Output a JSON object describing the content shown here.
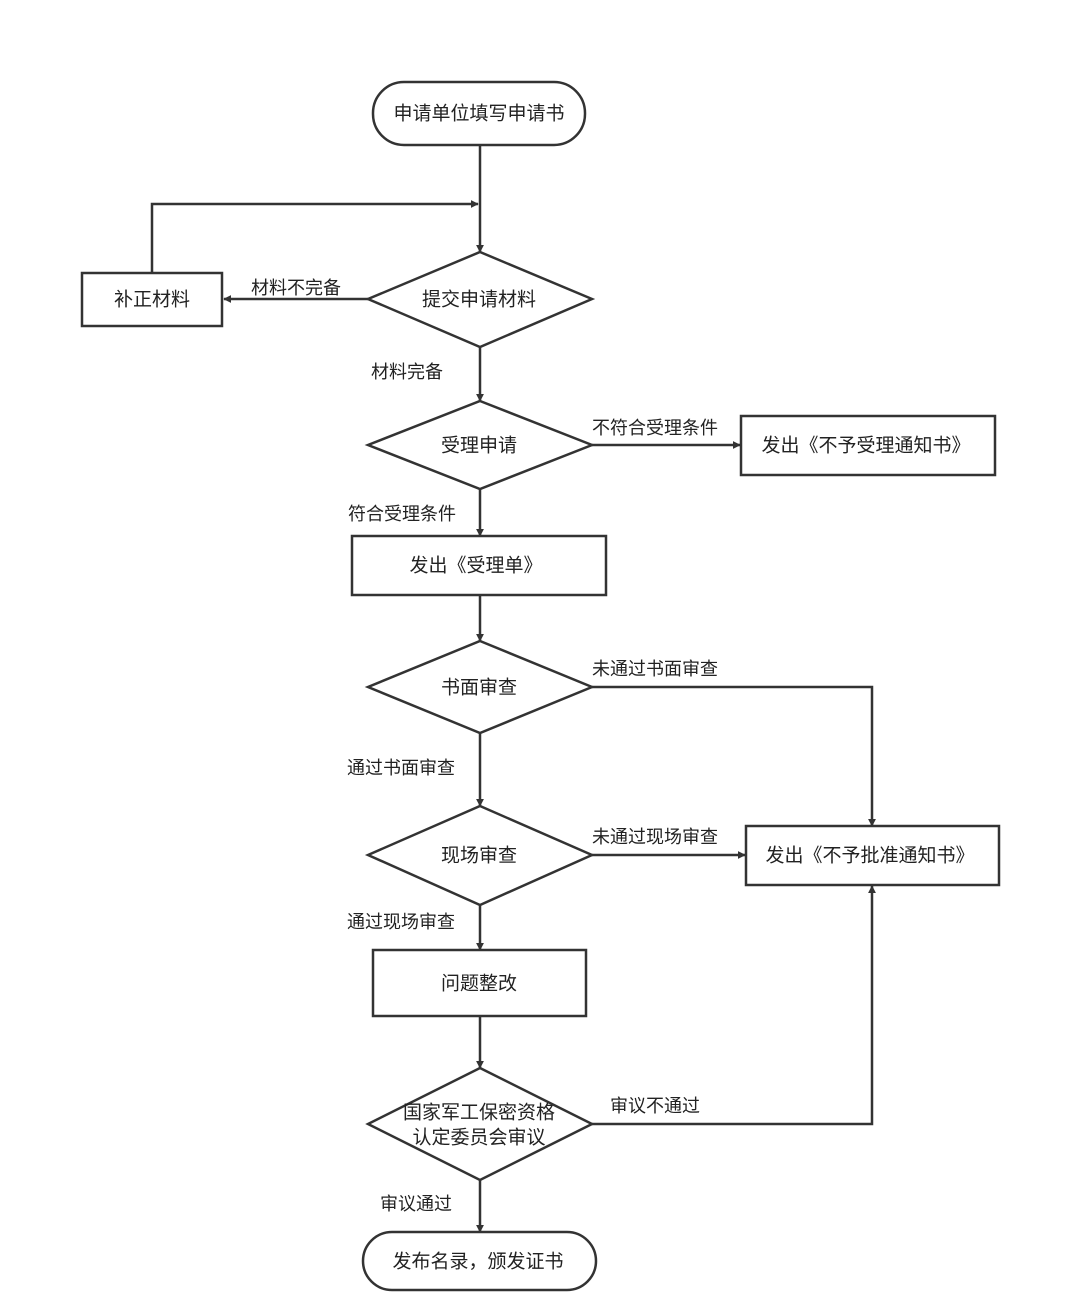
{
  "nodes": {
    "start": "申请单位填写申请书",
    "submit": "提交申请材料",
    "supplement": "补正材料",
    "accept": "受理申请",
    "notice_reject_accept": "发出《不予受理通知书》",
    "receipt": "发出《受理单》",
    "written_review": "书面审查",
    "onsite_review": "现场审查",
    "notice_reject_approve": "发出《不予批准通知书》",
    "rectify": "问题整改",
    "committee_line1": "国家军工保密资格",
    "committee_line2": "认定委员会审议",
    "end": "发布名录，颁发证书"
  },
  "edges": {
    "incomplete": "材料不完备",
    "complete": "材料完备",
    "not_eligible": "不符合受理条件",
    "eligible": "符合受理条件",
    "written_fail": "未通过书面审查",
    "written_pass": "通过书面审查",
    "onsite_fail": "未通过现场审查",
    "onsite_pass": "通过现场审查",
    "review_fail": "审议不通过",
    "review_pass": "审议通过"
  },
  "colors": {
    "stroke": "#333333",
    "text": "#222222",
    "background": "#ffffff"
  }
}
